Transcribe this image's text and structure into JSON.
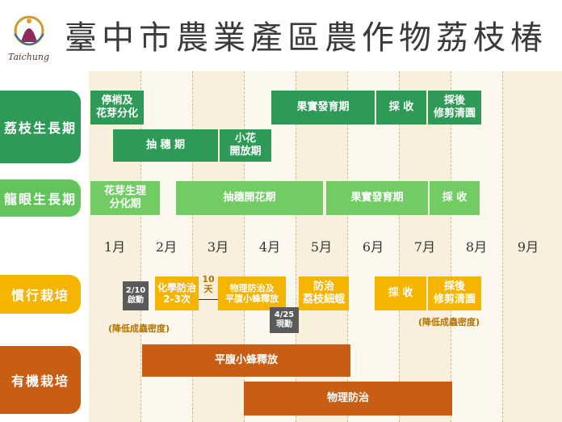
{
  "title": "臺中市農業產區農作物荔枝椿",
  "logo_text": "Taichung",
  "months": [
    "1月",
    "2月",
    "3月",
    "4月",
    "5月",
    "6月",
    "7月",
    "8月",
    "9月"
  ],
  "rows": {
    "lychee": "荔枝生長期",
    "longan": "龍眼生長期",
    "conventional": "慣行栽培",
    "organic": "有機栽培"
  },
  "lychee_bars": {
    "bud": "停梢及\n花芽分化",
    "fruit": "果實發育期",
    "harvest": "採 收",
    "prune": "採後\n修剪清園",
    "panicle": "抽 穗 期",
    "flower": "小花\n開放期"
  },
  "longan_bars": {
    "bud": "花芽生理\n分化期",
    "panicle": "抽穗開花期",
    "fruit": "果實發育期",
    "harvest": "採 收"
  },
  "conventional_bars": {
    "start": "2/10\n啟動",
    "chem": "化學防治\n2-3次",
    "interval": "10\n天",
    "release": "物理防治及\n平腹小蜂釋放",
    "start2": "4/25\n現勤",
    "prevent": "防治\n荔枝細蛾",
    "harvest": "採 收",
    "prune": "採後\n修剪清園",
    "note1": "(降低成蟲密度)",
    "note2": "(降低成蟲密度)"
  },
  "organic_bars": {
    "release": "平腹小蜂釋放",
    "physical": "物理防治"
  },
  "colors": {
    "dark_green": "#2f9a58",
    "light_green": "#71cc63",
    "yellow": "#f4b400",
    "orange": "#c85d14"
  }
}
